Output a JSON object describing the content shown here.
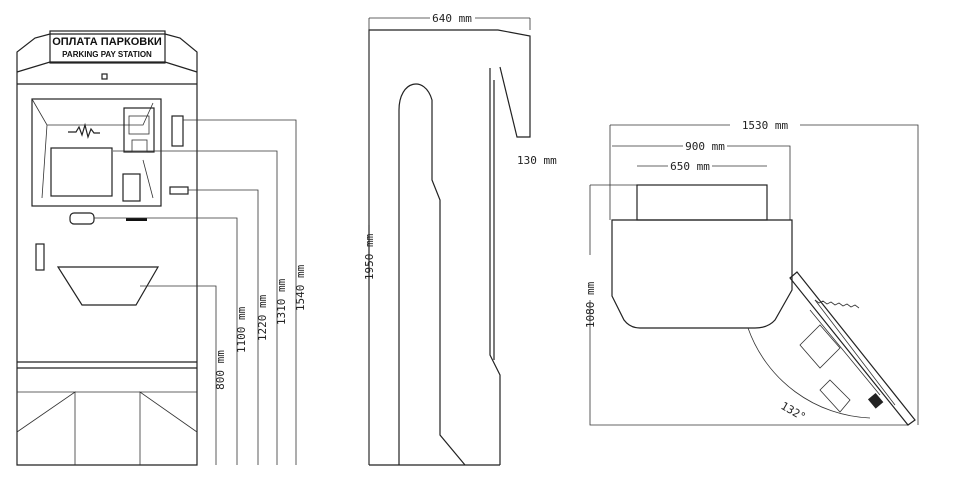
{
  "front_view": {
    "sign_line1": "ОПЛАТА ПАРКОВКИ",
    "sign_line2": "PARKING PAY STATION",
    "dimensions": [
      "800 mm",
      "1100 mm",
      "1220 mm",
      "1310 mm",
      "1540 mm"
    ]
  },
  "side_view": {
    "width": "640 mm",
    "depth": "130 mm",
    "height": "1950 mm"
  },
  "top_view": {
    "overall_width": "1530 mm",
    "body_width": "900 mm",
    "top_width": "650 mm",
    "depth": "1080 mm",
    "door_angle": "132°"
  }
}
